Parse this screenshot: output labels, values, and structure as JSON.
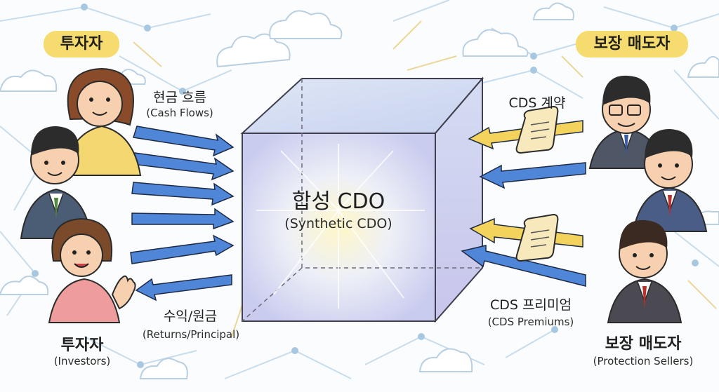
{
  "investors_badge": "투자자",
  "protection_badge": "보장 매도자",
  "cash_flows": {
    "ko": "현금 흐름",
    "en": "(Cash Flows)"
  },
  "returns": {
    "ko": "수익/원금",
    "en": "(Returns/Principal)"
  },
  "cdo": {
    "ko": "합성 CDO",
    "en": "(Synthetic CDO)"
  },
  "cds_contract": "CDS 계약",
  "cds_premiums": {
    "ko": "CDS 프리미엄",
    "en": "(CDS Premiums)"
  },
  "investors_caption": {
    "ko": "투자자",
    "en": "(Investors)"
  },
  "sellers_caption": {
    "ko": "보장 매도자",
    "en": "(Protection Sellers)"
  },
  "colors": {
    "badge_yellow": "#f6dc6e",
    "blue_arrow": "#4f86d8",
    "yellow_arrow": "#f3d35b",
    "cube_edge": "#3e3e4e"
  }
}
